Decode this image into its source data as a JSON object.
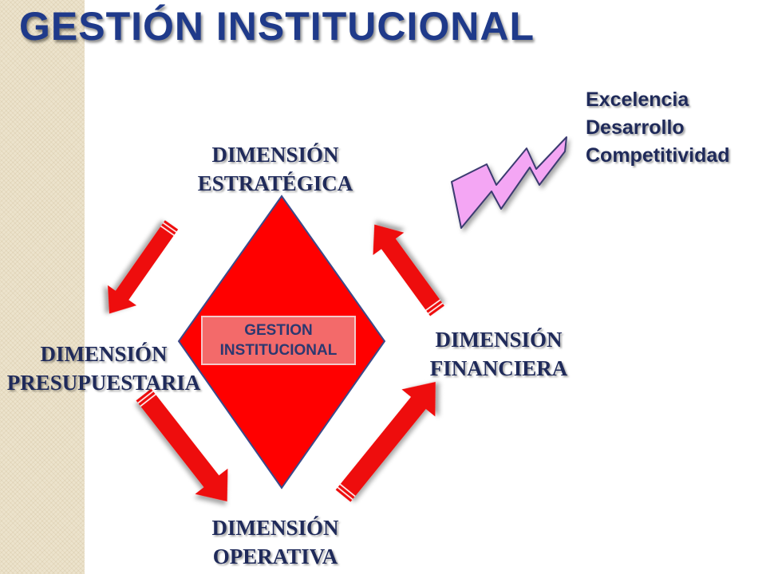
{
  "title": "GESTIÓN INSTITUCIONAL",
  "center_label": {
    "line1": "GESTION",
    "line2": "INSTITUCIONAL"
  },
  "dimensions": {
    "estrategica": {
      "line1": "DIMENSIÓN",
      "line2": "ESTRATÉGICA"
    },
    "presupuestaria": {
      "line1": "DIMENSIÓN",
      "line2": "PRESUPUESTARIA"
    },
    "financiera": {
      "line1": "DIMENSIÓN",
      "line2": "FINANCIERA"
    },
    "operativa": {
      "line1": "DIMENSIÓN",
      "line2": "OPERATIVA"
    }
  },
  "goals": [
    "Excelencia",
    "Desarrollo",
    "Competitividad"
  ],
  "colors": {
    "title": "#1f3a8a",
    "diamond": "#ff0000",
    "arrow": "#ee1111",
    "lightning": "#f4a6f4",
    "label": "#1f2a5a"
  },
  "icons": [
    "lightning-bolt-icon",
    "red-arrow-icon"
  ]
}
